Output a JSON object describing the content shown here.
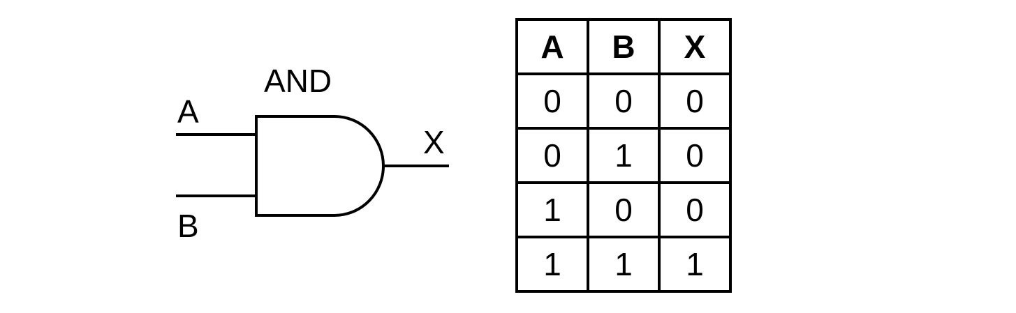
{
  "gate": {
    "name": "AND",
    "input_a": "A",
    "input_b": "B",
    "output": "X"
  },
  "truth_table": {
    "headers": [
      "A",
      "B",
      "X"
    ],
    "rows": [
      [
        "0",
        "0",
        "0"
      ],
      [
        "0",
        "1",
        "0"
      ],
      [
        "1",
        "0",
        "0"
      ],
      [
        "1",
        "1",
        "1"
      ]
    ]
  },
  "colors": {
    "stroke": "#000000",
    "background": "#ffffff"
  }
}
